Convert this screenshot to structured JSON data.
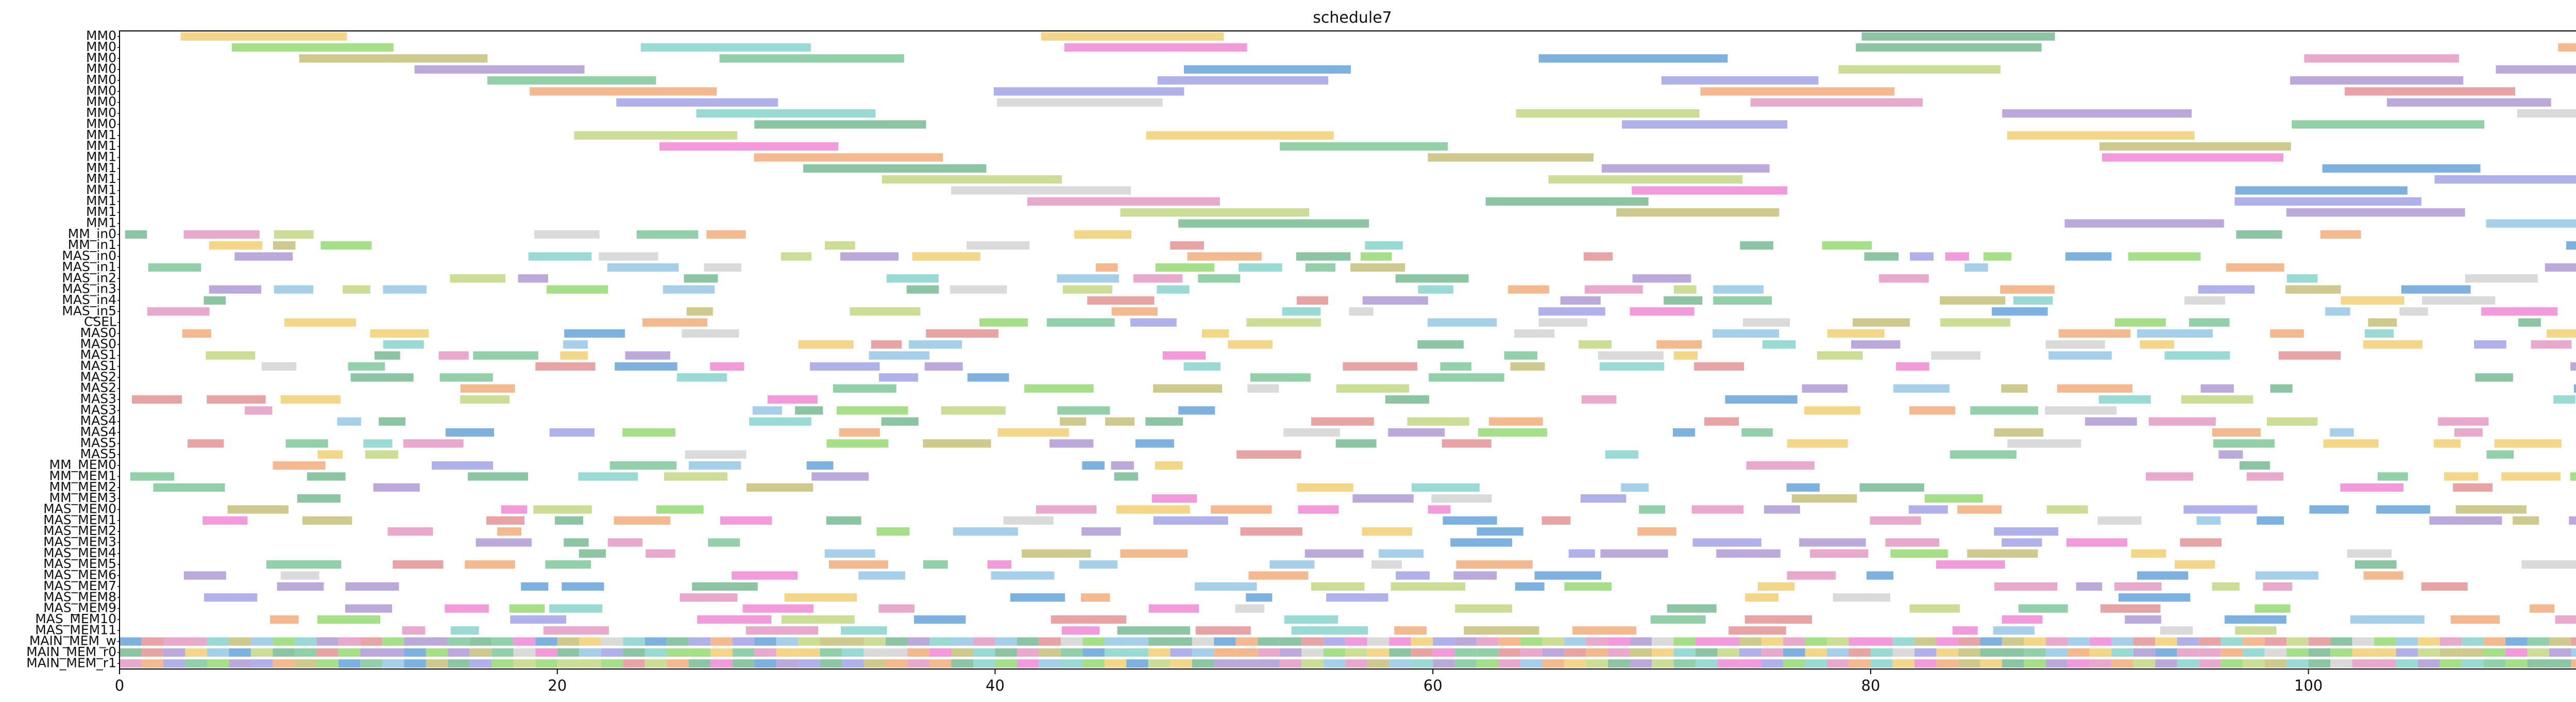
{
  "chart_data": {
    "type": "gantt",
    "title": "schedule7",
    "xlabel": "",
    "ylabel": "",
    "xlim": [
      0,
      115
    ],
    "xticks": [
      "0",
      "20",
      "40",
      "60",
      "80",
      "100"
    ],
    "grid": false,
    "rows": [
      "MM0",
      "MM0",
      "MM0",
      "MM0",
      "MM0",
      "MM0",
      "MM0",
      "MM0",
      "MM0",
      "MM1",
      "MM1",
      "MM1",
      "MM1",
      "MM1",
      "MM1",
      "MM1",
      "MM1",
      "MM1",
      "MM_in0",
      "MM_in1",
      "MAS_in0",
      "MAS_in1",
      "MAS_in2",
      "MAS_in3",
      "MAS_in4",
      "MAS_in5",
      "CSEL",
      "MAS0",
      "MAS0",
      "MAS1",
      "MAS1",
      "MAS2",
      "MAS2",
      "MAS3",
      "MAS3",
      "MAS4",
      "MAS4",
      "MAS5",
      "MAS5",
      "MM_MEM0",
      "MM_MEM1",
      "MM_MEM2",
      "MM_MEM3",
      "MAS_MEM0",
      "MAS_MEM1",
      "MAS_MEM2",
      "MAS_MEM3",
      "MAS_MEM4",
      "MAS_MEM5",
      "MAS_MEM6",
      "MAS_MEM7",
      "MAS_MEM8",
      "MAS_MEM9",
      "MAS_MEM10",
      "MAS_MEM11",
      "MAIN_MEM_w",
      "MAIN_MEM_r0",
      "MAIN_MEM_r1"
    ],
    "palette": [
      "#8fd6cf",
      "#7fbf9a",
      "#c9c380",
      "#f4b183",
      "#b5a0d8",
      "#e7a0c8",
      "#9ccbe8",
      "#c6d98a",
      "#f2d27a",
      "#a7a7e8",
      "#e59a9a",
      "#86cba0",
      "#d6d6d6",
      "#6fa8dc",
      "#f28fd8",
      "#9bdc7a"
    ],
    "bar_opacity": 0.9
  }
}
